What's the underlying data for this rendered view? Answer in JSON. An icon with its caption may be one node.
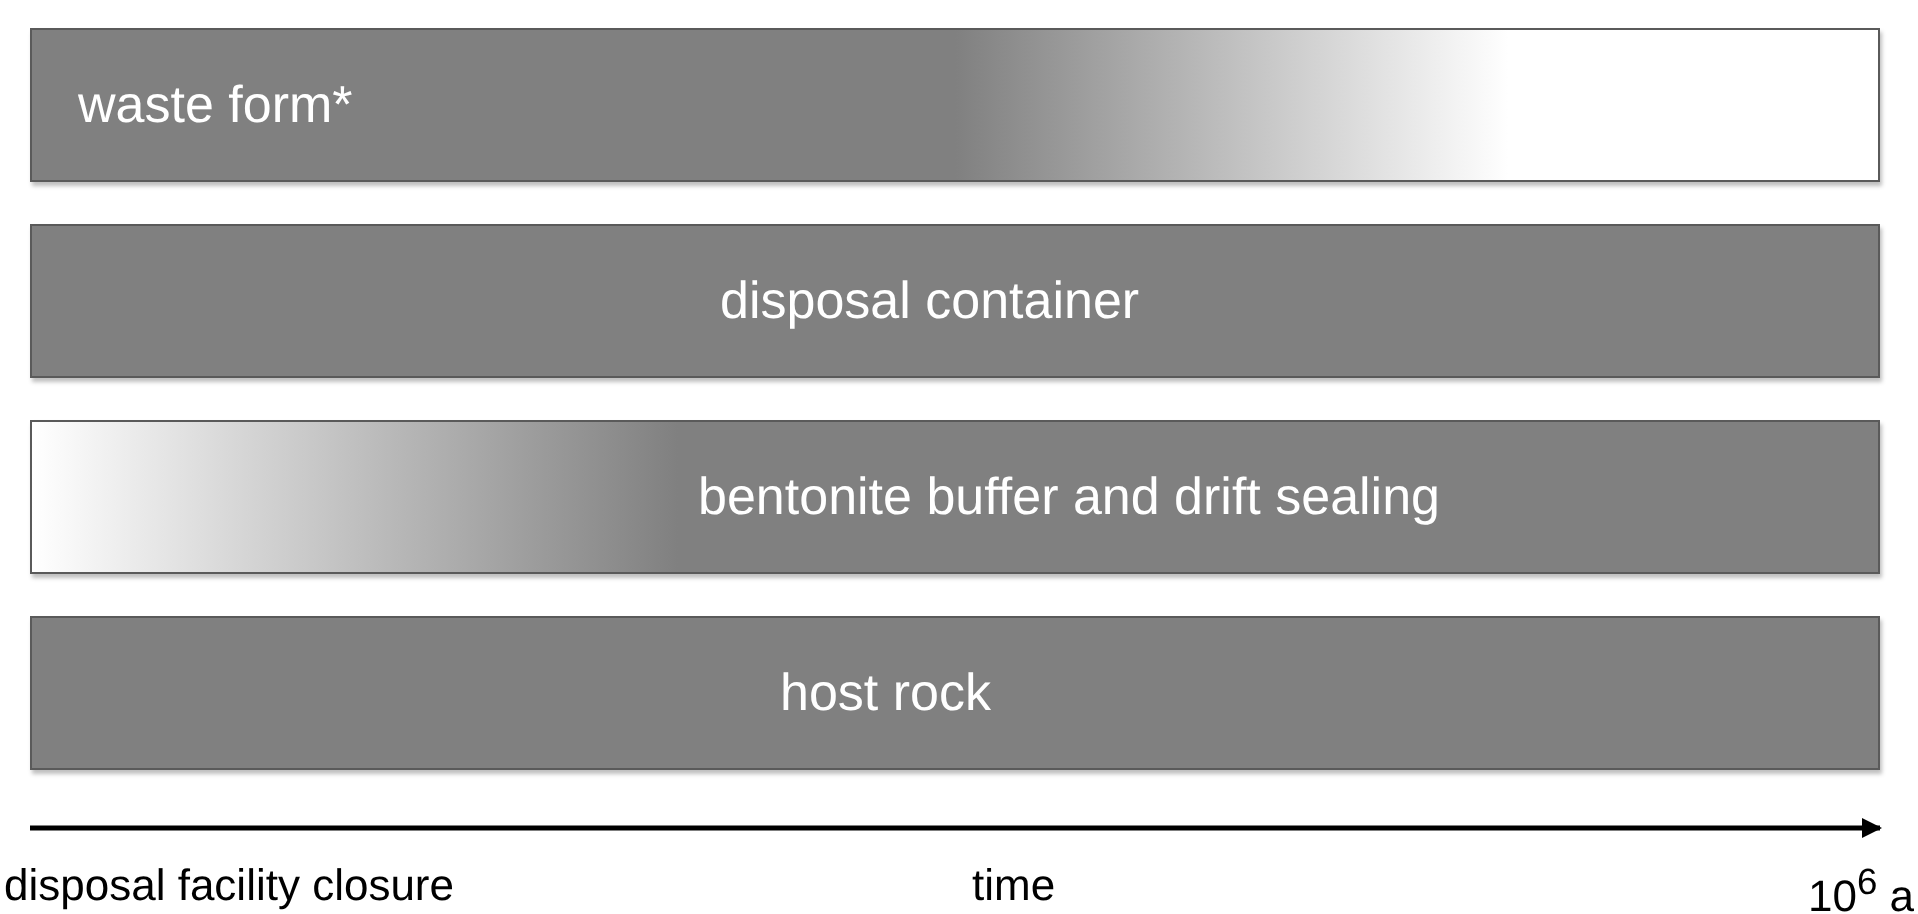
{
  "diagram": {
    "nodes": [
      {
        "text": [
          "waste form*"
        ]
      },
      {
        "text": [
          "disposal container"
        ]
      },
      {
        "text": [
          "bentonite buffer and drift sealing"
        ]
      },
      {
        "text": [
          "host rock"
        ]
      }
    ],
    "labels": [
      "disposal facility closure",
      "time",
      "10$^{6}$ a"
    ]
  }
}
